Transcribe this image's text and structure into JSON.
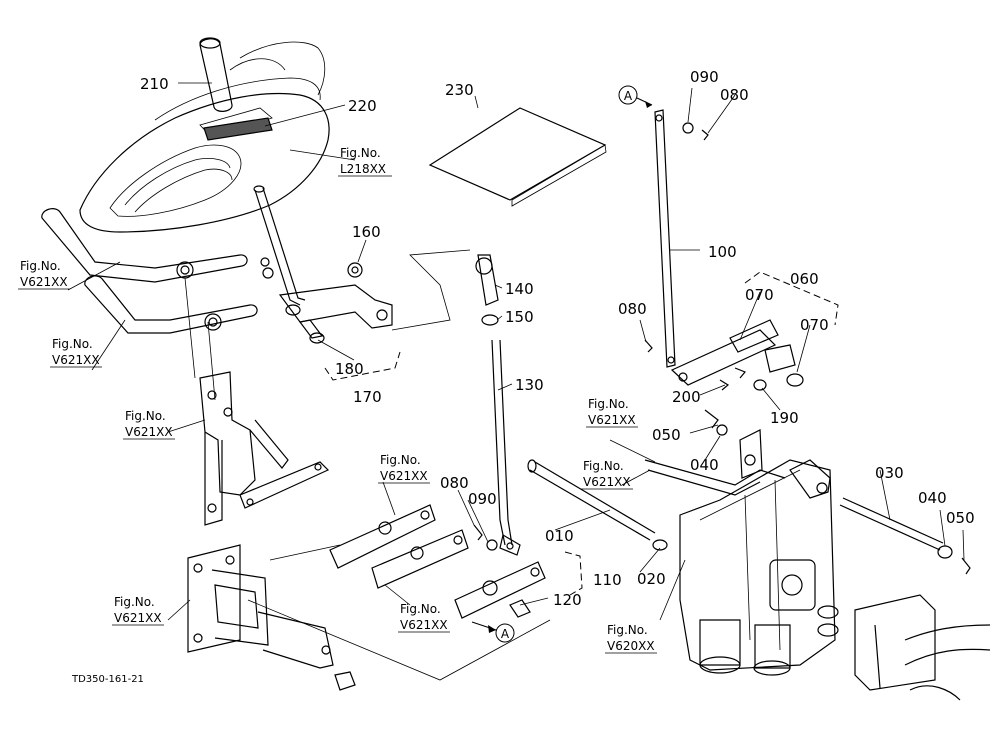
{
  "diagram": {
    "code": "TD350-161-21",
    "part_labels": {
      "p210": "210",
      "p220": "220",
      "p230": "230",
      "p160": "160",
      "p140": "140",
      "p150": "150",
      "p180": "180",
      "p170": "170",
      "p130": "130",
      "p080a": "080",
      "p090a": "090",
      "p010": "010",
      "p020": "020",
      "p110": "110",
      "p120": "120",
      "p090b": "090",
      "p080b": "080",
      "p100": "100",
      "p060": "060",
      "p070a": "070",
      "p070b": "070",
      "p080c": "080",
      "p200": "200",
      "p190": "190",
      "p050a": "050",
      "p040a": "040",
      "p030": "030",
      "p040b": "040",
      "p050b": "050"
    },
    "fig_refs": {
      "f1_title": "Fig.No.",
      "f1_code": "L218XX",
      "f2_title": "Fig.No.",
      "f2_code": "V621XX",
      "f3_title": "Fig.No.",
      "f3_code": "V621XX",
      "f4_title": "Fig.No.",
      "f4_code": "V621XX",
      "f5_title": "Fig.No.",
      "f5_code": "V621XX",
      "f6_title": "Fig.No.",
      "f6_code": "V621XX",
      "f7_title": "Fig.No.",
      "f7_code": "V621XX",
      "f8_title": "Fig.No.",
      "f8_code": "V621XX",
      "f9_title": "Fig.No.",
      "f9_code": "V621XX",
      "f10_title": "Fig.No.",
      "f10_code": "V620XX"
    },
    "reference_markers": {
      "top": "A",
      "bottom": "A"
    }
  }
}
